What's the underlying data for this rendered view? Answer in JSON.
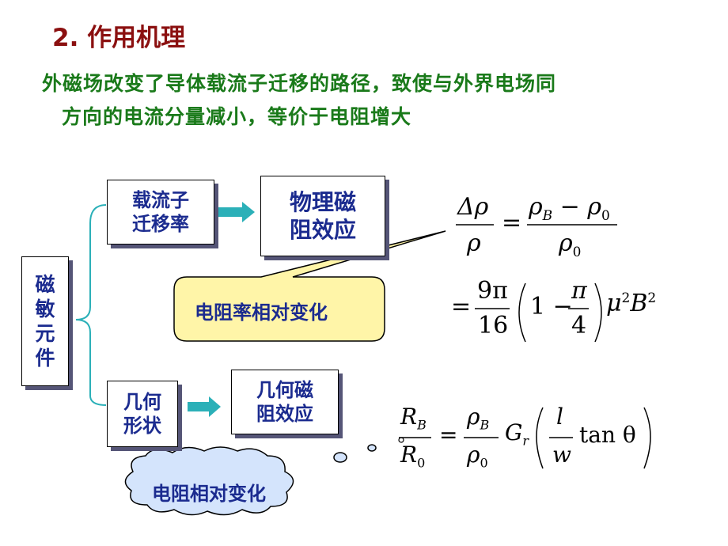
{
  "title": "2. 作用机理",
  "description": {
    "line1": "外磁场改变了导体载流子迁移的路径，致使与外界电场同",
    "line2": "方向的电流分量减小，等价于电阻增大"
  },
  "diagram": {
    "root": "磁\n敏\n元\n件",
    "branch_top": "载流子\n迁移率",
    "result_top": "物理磁\n阻效应",
    "branch_bottom": "几何\n形状",
    "result_bottom": "几何磁\n阻效应",
    "callout_top": "电阻率相对变化",
    "callout_bottom": "电阻相对变化"
  },
  "equations": {
    "eq1_lhs_num": "Δρ",
    "eq1_lhs_den": "ρ",
    "eq1_rhs_num": "ρ",
    "eq1_rhs_num_sub": "B",
    "eq1_minus": " − ρ",
    "eq1_rhs_num_sub2": "0",
    "eq1_rhs_den": "ρ",
    "eq1_rhs_den_sub": "0",
    "eq2_num": "9π",
    "eq2_den": "16",
    "eq2_inner": "1 −",
    "eq2_pi": "π",
    "eq2_four": "4",
    "eq2_tail": "μ",
    "eq2_tail_sup": "2",
    "eq2_B": "B",
    "eq2_B_sup": "2",
    "eq3_lhs_num": "R",
    "eq3_lhs_num_sub": "B",
    "eq3_lhs_den": "R",
    "eq3_lhs_den_sub": "0",
    "eq3_rho": "ρ",
    "eq3_rho_sub": "B",
    "eq3_rho0": "ρ",
    "eq3_rho0_sub": "0",
    "eq3_G": "G",
    "eq3_G_sub": "r",
    "eq3_l": "l",
    "eq3_w": "w",
    "eq3_tan": "tan θ",
    "eq_equals": "="
  },
  "colors": {
    "title": "#8b1010",
    "description": "#1a7a1a",
    "box_text": "#1b2b8f",
    "arrow": "#2bb0b8",
    "callout_fill": "#fff5a8",
    "cloud_fill": "#d4e4fc"
  }
}
